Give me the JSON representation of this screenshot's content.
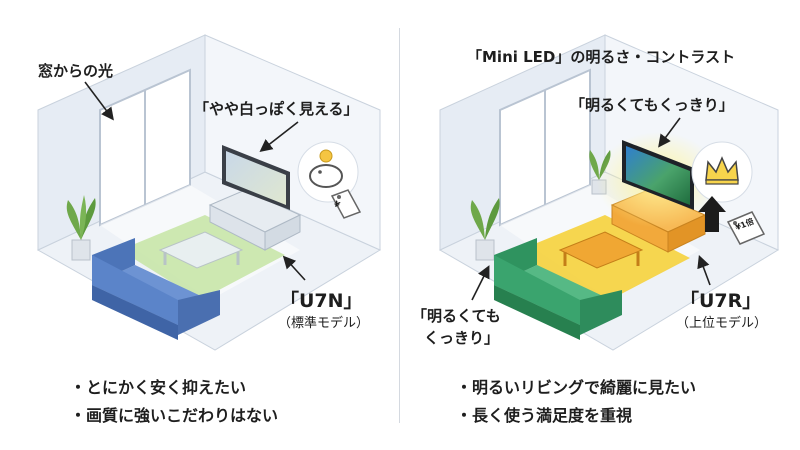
{
  "left": {
    "window_label": "窓からの光",
    "tv_note": "「やや白っぽく見える」",
    "model_name": "「U7N」",
    "model_sub": "（標準モデル）",
    "price_tag": "¥",
    "bullets": [
      "・とにかく安く抑えたい",
      "・画質に強いこだわりはない"
    ]
  },
  "right": {
    "heading": "「Mini LED」の明るさ・コントラスト",
    "tv_note": "「明るくてもくっきり」",
    "sofa_note_line1": "「明るくても",
    "sofa_note_line2": "くっきり」",
    "model_name": "「U7R」",
    "model_sub": "（上位モデル）",
    "price_tag": "¥1倍",
    "bullets": [
      "・明るいリビングで綺麗に見たい",
      "・長く使う満足度を重視"
    ]
  },
  "colors": {
    "left_sofa": "#5b84c9",
    "left_rug": "#c8e6a8",
    "right_sofa": "#3aa46e",
    "right_rug": "#f5d23c",
    "right_cabinet": "#f2a93b",
    "wall": "#e9eef5"
  }
}
